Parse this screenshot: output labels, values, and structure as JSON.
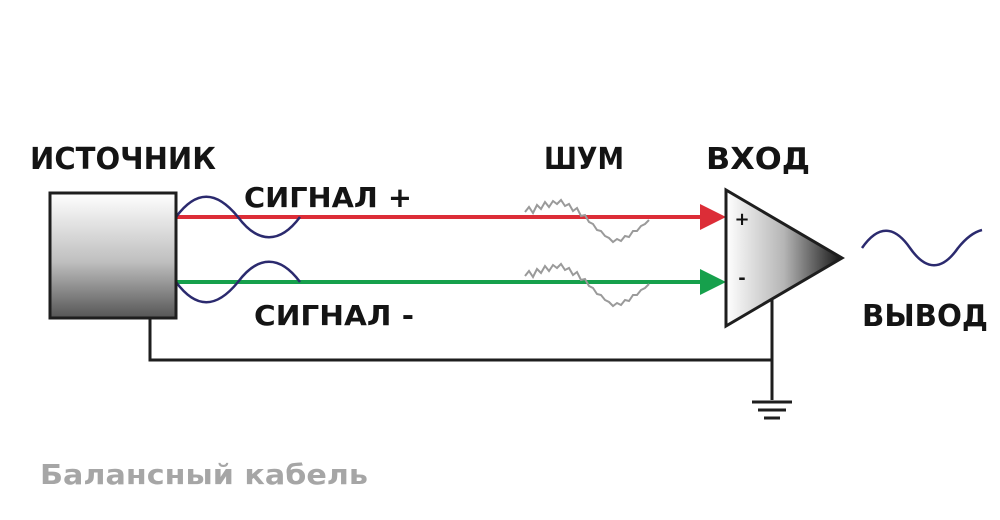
{
  "labels": {
    "source": "ИСТОЧНИК",
    "signal_plus": "СИГНАЛ +",
    "signal_minus": "СИГНАЛ -",
    "noise": "ШУМ",
    "input": "ВХОД",
    "output": "ВЫВОД",
    "amp_plus": "+",
    "amp_minus": "-"
  },
  "caption": "Балансный кабель",
  "colors": {
    "signal_plus": "#dc2d37",
    "signal_minus": "#16a04c",
    "wire": "#1e1e1e",
    "sine": "#2b2a6e",
    "noise": "#9a9a9a",
    "caption": "#a6a6a6"
  },
  "icons": {
    "source_block": "gradient-box",
    "amplifier": "triangle-amplifier",
    "ground": "ground-symbol"
  }
}
